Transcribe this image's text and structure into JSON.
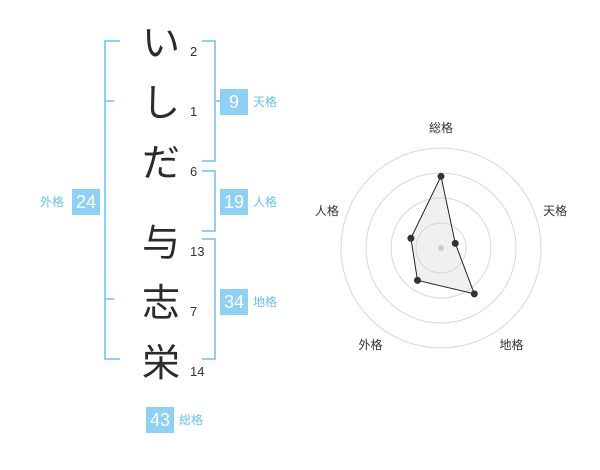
{
  "name_chars": [
    {
      "char": "い",
      "strokes": "2"
    },
    {
      "char": "し",
      "strokes": "1"
    },
    {
      "char": "だ",
      "strokes": "6"
    },
    {
      "char": "与",
      "strokes": "13"
    },
    {
      "char": "志",
      "strokes": "7"
    },
    {
      "char": "栄",
      "strokes": "14"
    }
  ],
  "kakusu": {
    "tenkaku": {
      "value": "9",
      "label": "天格"
    },
    "jinkaku": {
      "value": "19",
      "label": "人格"
    },
    "chikaku": {
      "value": "34",
      "label": "地格"
    },
    "gaikaku": {
      "value": "24",
      "label": "外格"
    },
    "soukaku": {
      "value": "43",
      "label": "総格"
    }
  },
  "colors": {
    "accent": "#8fd0f5",
    "label": "#6bbfee"
  },
  "chart_data": {
    "type": "radar",
    "axes": [
      "総格",
      "天格",
      "地格",
      "外格",
      "人格"
    ],
    "values": [
      43,
      9,
      34,
      24,
      19
    ],
    "rings": 4
  }
}
